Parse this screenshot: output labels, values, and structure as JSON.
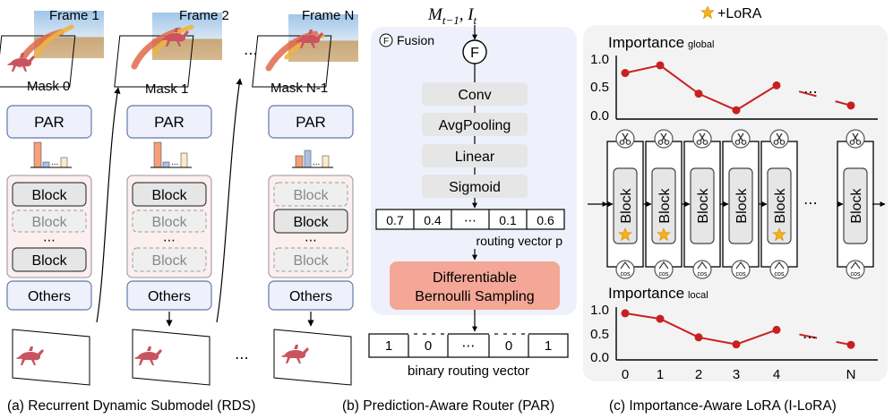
{
  "panel_a": {
    "frame_labels": [
      "Frame 1",
      "Frame 2",
      "Frame N"
    ],
    "mask_labels": [
      "Mask 0",
      "Mask 1",
      "Mask N-1"
    ],
    "par_label": "PAR",
    "block_label": "Block",
    "vdots": "⋯",
    "others_label": "Others",
    "hdots": "⋯",
    "caption": "(a) Recurrent Dynamic Submodel (RDS)"
  },
  "panel_b": {
    "input_label_main": "M",
    "input_label_sub": "t−1",
    "input_label_rest": ", I",
    "input_label_sub2": "t",
    "fusion_symbol": "F",
    "fusion_legend": "Fusion",
    "layers": [
      "Conv",
      "AvgPooling",
      "Linear",
      "Sigmoid"
    ],
    "routing_values": [
      "0.7",
      "0.4",
      "⋯",
      "0.1",
      "0.6"
    ],
    "routing_label": "routing vector p",
    "sampling_line1": "Differentiable",
    "sampling_line2": "Bernoulli Sampling",
    "binary_values": [
      "1",
      "0",
      "⋯",
      "0",
      "1"
    ],
    "binary_label": "binary routing vector",
    "caption": "(b) Prediction-Aware Router (PAR)"
  },
  "panel_c": {
    "lora_legend": "+LoRA",
    "global_label": "Importance",
    "global_sub": "global",
    "local_label": "Importance",
    "local_sub": "local",
    "block_label": "Block",
    "cos_label": "cos",
    "dots": "⋯",
    "x_ticks": [
      "0",
      "1",
      "2",
      "3",
      "4",
      "N"
    ],
    "y_ticks": [
      "1.0",
      "0.5",
      "0.0"
    ],
    "caption": "(c) Importance-Aware LoRA (I-LoRA)",
    "colors": {
      "line": "#c8201e",
      "star": "#f5b21b",
      "block_fill": "#e6e6e6"
    }
  },
  "chart_data": [
    {
      "type": "line",
      "ylabel": "Importance global",
      "x": [
        "0",
        "1",
        "2",
        "3",
        "4",
        "N"
      ],
      "series": [
        {
          "values": [
            0.78,
            0.91,
            0.43,
            0.15,
            0.57,
            0.23
          ]
        }
      ],
      "ylim": [
        0,
        1.0
      ],
      "grid": false
    },
    {
      "type": "line",
      "ylabel": "Importance local",
      "x": [
        "0",
        "1",
        "2",
        "3",
        "4",
        "N"
      ],
      "series": [
        {
          "values": [
            0.93,
            0.82,
            0.45,
            0.31,
            0.6,
            0.3
          ]
        }
      ],
      "ylim": [
        0,
        1.0
      ],
      "grid": false
    }
  ]
}
